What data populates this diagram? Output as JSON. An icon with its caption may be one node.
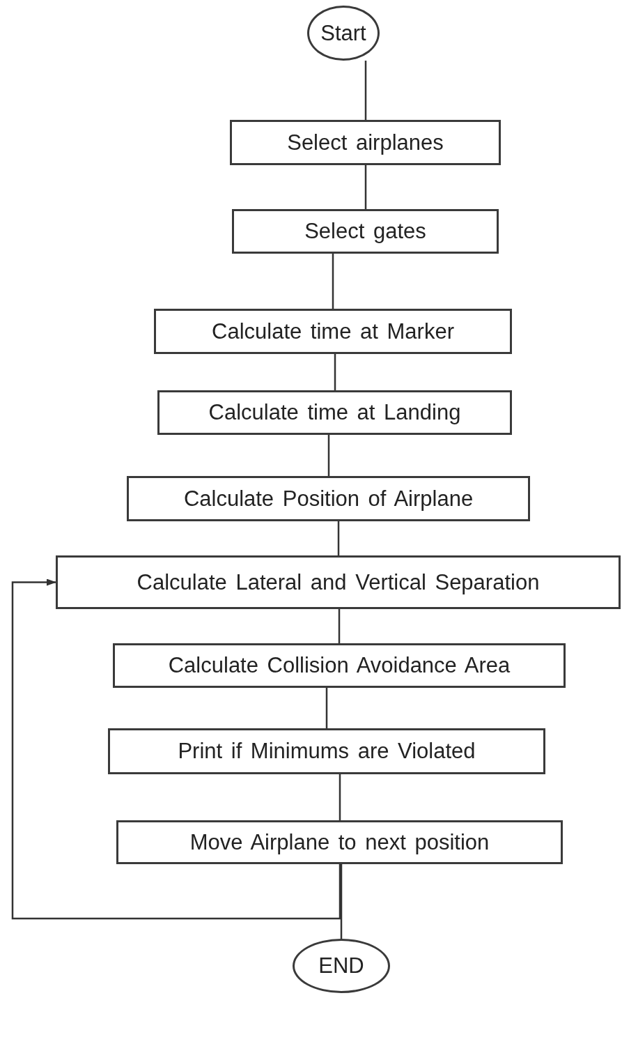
{
  "diagram": {
    "nodes": [
      {
        "text": [
          "Start"
        ]
      },
      {
        "text": [
          "Select airplanes"
        ]
      },
      {
        "text": [
          "Select gates"
        ]
      },
      {
        "text": [
          "Calculate time at Marker"
        ]
      },
      {
        "text": [
          "Calculate time at Landing"
        ]
      },
      {
        "text": [
          "Calculate Position of Airplane"
        ]
      },
      {
        "text": [
          "Calculate Lateral and Vertical Separation"
        ]
      },
      {
        "text": [
          "Calculate Collision Avoidance Area"
        ]
      },
      {
        "text": [
          "Print if Minimums are Violated"
        ]
      },
      {
        "text": [
          "Move Airplane to next position"
        ]
      },
      {
        "text": [
          "END"
        ]
      }
    ],
    "edges": [
      {
        "from": 0,
        "to": 1,
        "arrow": "none"
      },
      {
        "from": 1,
        "to": 2,
        "arrow": "none"
      },
      {
        "from": 2,
        "to": 3,
        "arrow": "none"
      },
      {
        "from": 3,
        "to": 4,
        "arrow": "none"
      },
      {
        "from": 4,
        "to": 5,
        "arrow": "none"
      },
      {
        "from": 5,
        "to": 6,
        "arrow": "none"
      },
      {
        "from": 6,
        "to": 7,
        "arrow": "none"
      },
      {
        "from": 7,
        "to": 8,
        "arrow": "none"
      },
      {
        "from": 8,
        "to": 9,
        "arrow": "none"
      },
      {
        "from": 9,
        "to": 6,
        "arrow": "to"
      },
      {
        "from": 9,
        "to": 10,
        "arrow": "none"
      }
    ]
  }
}
